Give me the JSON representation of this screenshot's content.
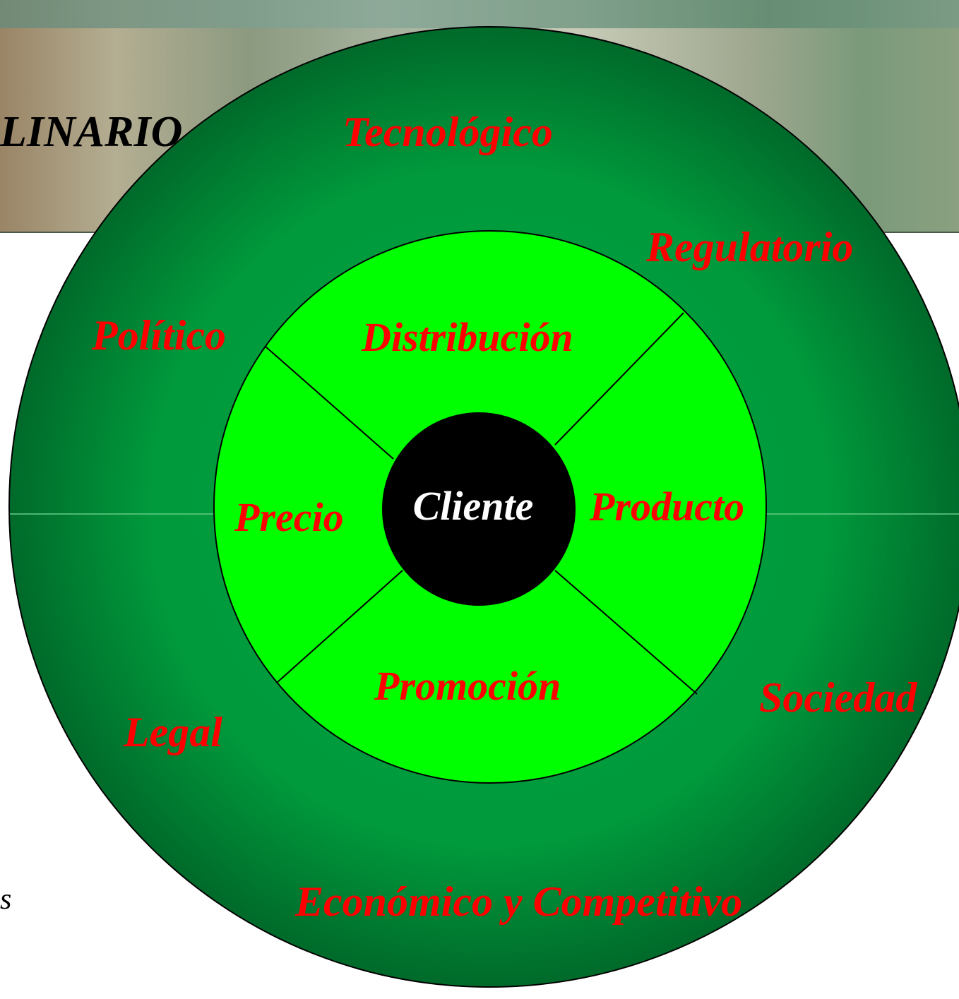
{
  "banner": {
    "title": "LINARIO"
  },
  "outer": {
    "color": "#00a040",
    "labels": {
      "tecnologico": "Tecnológico",
      "regulatorio": "Regulatorio",
      "politico": "Político",
      "sociedad": "Sociedad",
      "legal": "Legal",
      "economico": "Económico y Competitivo"
    }
  },
  "inner": {
    "color": "#00ff00",
    "labels": {
      "distribucion": "Distribución",
      "precio": "Precio",
      "producto": "Producto",
      "promocion": "Promoción"
    }
  },
  "center": {
    "label": "Cliente",
    "color": "#000000"
  },
  "label_color": "#ff0000",
  "stray_text": "s"
}
